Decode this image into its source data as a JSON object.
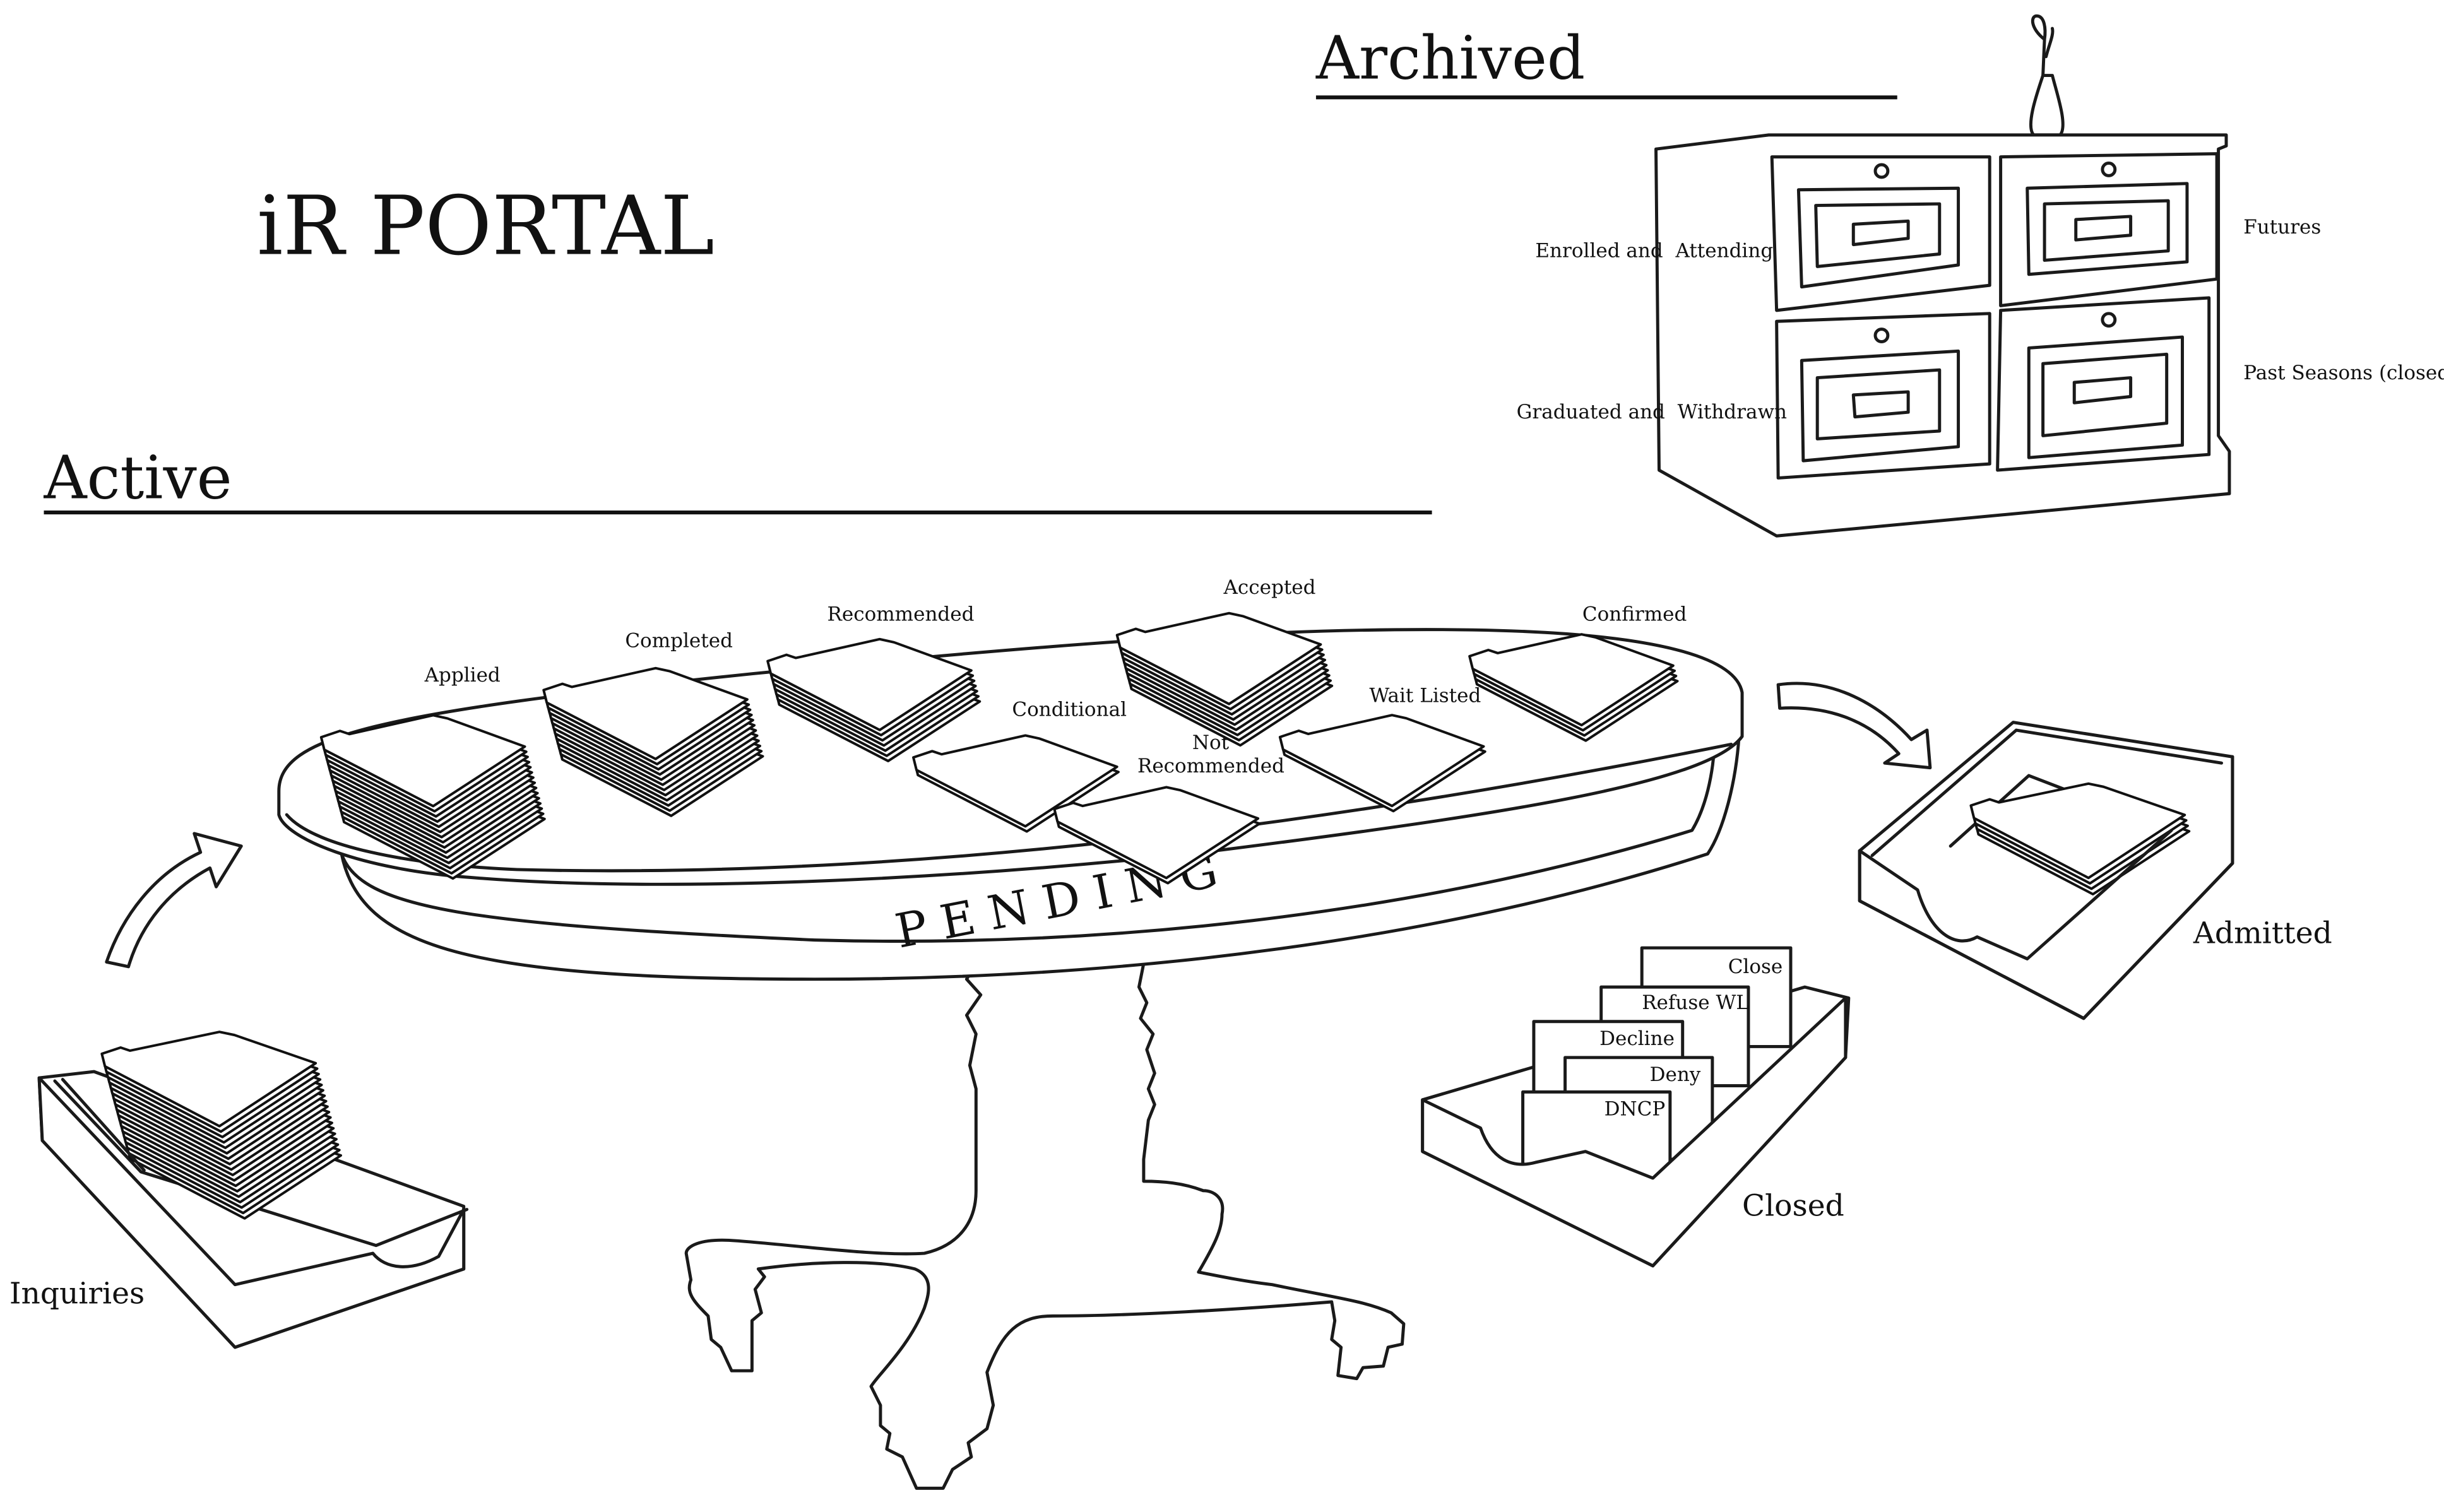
{
  "title": "iR PORTAL",
  "colors": {
    "ink": "#111111",
    "background": "#ffffff"
  },
  "sections": {
    "archived": {
      "heading": "Archived",
      "drawers": [
        {
          "label": "Enrolled and  Attending",
          "position": "top-left"
        },
        {
          "label": "Futures",
          "position": "top-right"
        },
        {
          "label": "Graduated and  Withdrawn",
          "position": "bottom-left"
        },
        {
          "label": "Past Seasons (closed)",
          "position": "bottom-right"
        }
      ]
    },
    "active": {
      "heading": "Active",
      "table_label": "PENDING",
      "stacks": [
        {
          "label": "Applied",
          "folder_count": 15
        },
        {
          "label": "Completed",
          "folder_count": 12
        },
        {
          "label": "Recommended",
          "folder_count": 7
        },
        {
          "label": "Conditional",
          "folder_count": 2
        },
        {
          "label": "Not",
          "label2": "Recommended",
          "folder_count": 2
        },
        {
          "label": "Accepted",
          "folder_count": 9
        },
        {
          "label": "Wait Listed",
          "folder_count": 2
        },
        {
          "label": "Confirmed",
          "folder_count": 4
        }
      ],
      "inquiries": {
        "label": "Inquiries",
        "folder_count": 18
      },
      "admitted": {
        "label": "Admitted",
        "folder_count": 4
      },
      "closed": {
        "label": "Closed",
        "tabs": [
          "Close",
          "Refuse WL",
          "Decline",
          "Deny",
          "DNCP"
        ]
      }
    }
  }
}
